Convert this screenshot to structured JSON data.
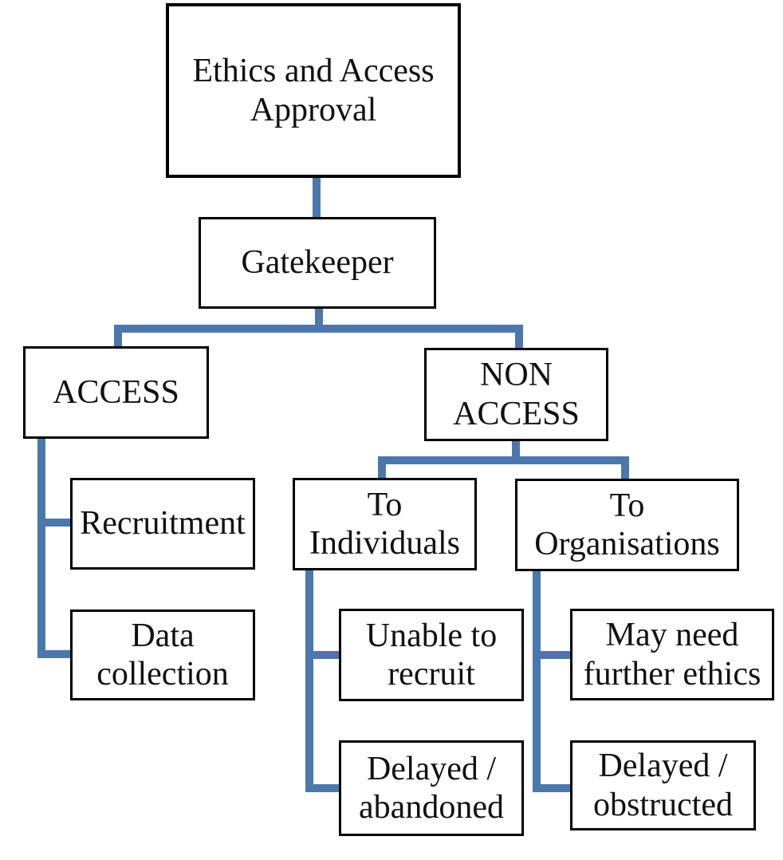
{
  "diagram": {
    "title": "Ethics and Access Approval flowchart",
    "colors": {
      "background": "#ffffff",
      "box_fill": "#ffffff",
      "box_border": "#000000",
      "text": "#111111",
      "connector": "#4b77ad"
    },
    "nodes": {
      "ethics_approval": {
        "label": "Ethics and Access\nApproval"
      },
      "gatekeeper": {
        "label": "Gatekeeper"
      },
      "access": {
        "label": "ACCESS"
      },
      "non_access": {
        "label": "NON\nACCESS"
      },
      "recruitment": {
        "label": "Recruitment"
      },
      "data_collection": {
        "label": "Data\ncollection"
      },
      "to_individuals": {
        "label": "To\nIndividuals"
      },
      "to_organisations": {
        "label": "To\nOrganisations"
      },
      "unable_to_recruit": {
        "label": "Unable to\nrecruit"
      },
      "delayed_abandoned": {
        "label": "Delayed /\nabandoned"
      },
      "may_need_further_ethics": {
        "label": "May need\nfurther ethics"
      },
      "delayed_obstructed": {
        "label": "Delayed /\nobstructed"
      }
    },
    "edges": [
      {
        "from": "ethics_approval",
        "to": "gatekeeper"
      },
      {
        "from": "gatekeeper",
        "to": "access"
      },
      {
        "from": "gatekeeper",
        "to": "non_access"
      },
      {
        "from": "access",
        "to": "recruitment"
      },
      {
        "from": "access",
        "to": "data_collection"
      },
      {
        "from": "non_access",
        "to": "to_individuals"
      },
      {
        "from": "non_access",
        "to": "to_organisations"
      },
      {
        "from": "to_individuals",
        "to": "unable_to_recruit"
      },
      {
        "from": "to_individuals",
        "to": "delayed_abandoned"
      },
      {
        "from": "to_organisations",
        "to": "may_need_further_ethics"
      },
      {
        "from": "to_organisations",
        "to": "delayed_obstructed"
      }
    ]
  }
}
